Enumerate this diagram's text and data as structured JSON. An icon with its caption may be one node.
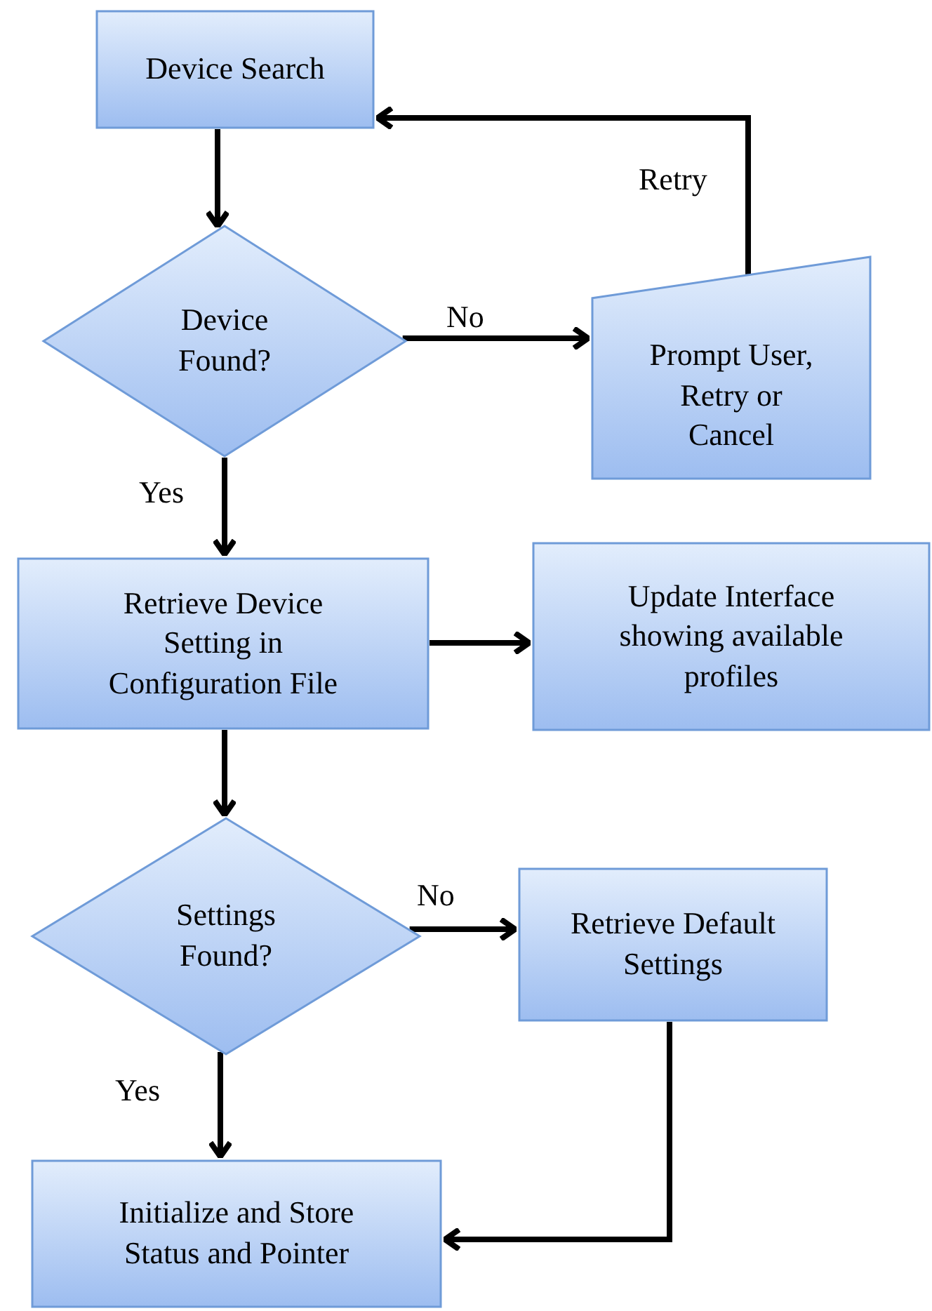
{
  "diagram": {
    "nodes": [
      {
        "text": [
          "Device Search"
        ]
      },
      {
        "text": [
          "Device Found?"
        ]
      },
      {
        "text": [
          "Prompt User, Retry or Cancel"
        ]
      },
      {
        "text": [
          "Retrieve Device Setting in Configuration File"
        ]
      },
      {
        "text": [
          "Update Interface showing available profiles"
        ]
      },
      {
        "text": [
          "Settings Found?"
        ]
      },
      {
        "text": [
          "Retrieve Default Settings"
        ]
      },
      {
        "text": [
          "Initialize and Store Status and Pointer"
        ]
      }
    ],
    "edges": [
      {
        "from": 0,
        "to": 1,
        "arrow": "to"
      },
      {
        "from": 1,
        "to": 2,
        "arrow": "to",
        "label": "No"
      },
      {
        "from": 2,
        "to": 0,
        "arrow": "to",
        "label": "Retry"
      },
      {
        "from": 1,
        "to": 3,
        "arrow": "to",
        "label": "Yes"
      },
      {
        "from": 3,
        "to": 4,
        "arrow": "to"
      },
      {
        "from": 3,
        "to": 5,
        "arrow": "to"
      },
      {
        "from": 5,
        "to": 6,
        "arrow": "to",
        "label": "No"
      },
      {
        "from": 5,
        "to": 7,
        "arrow": "to",
        "label": "Yes"
      },
      {
        "from": 6,
        "to": 7,
        "arrow": "to"
      }
    ]
  }
}
